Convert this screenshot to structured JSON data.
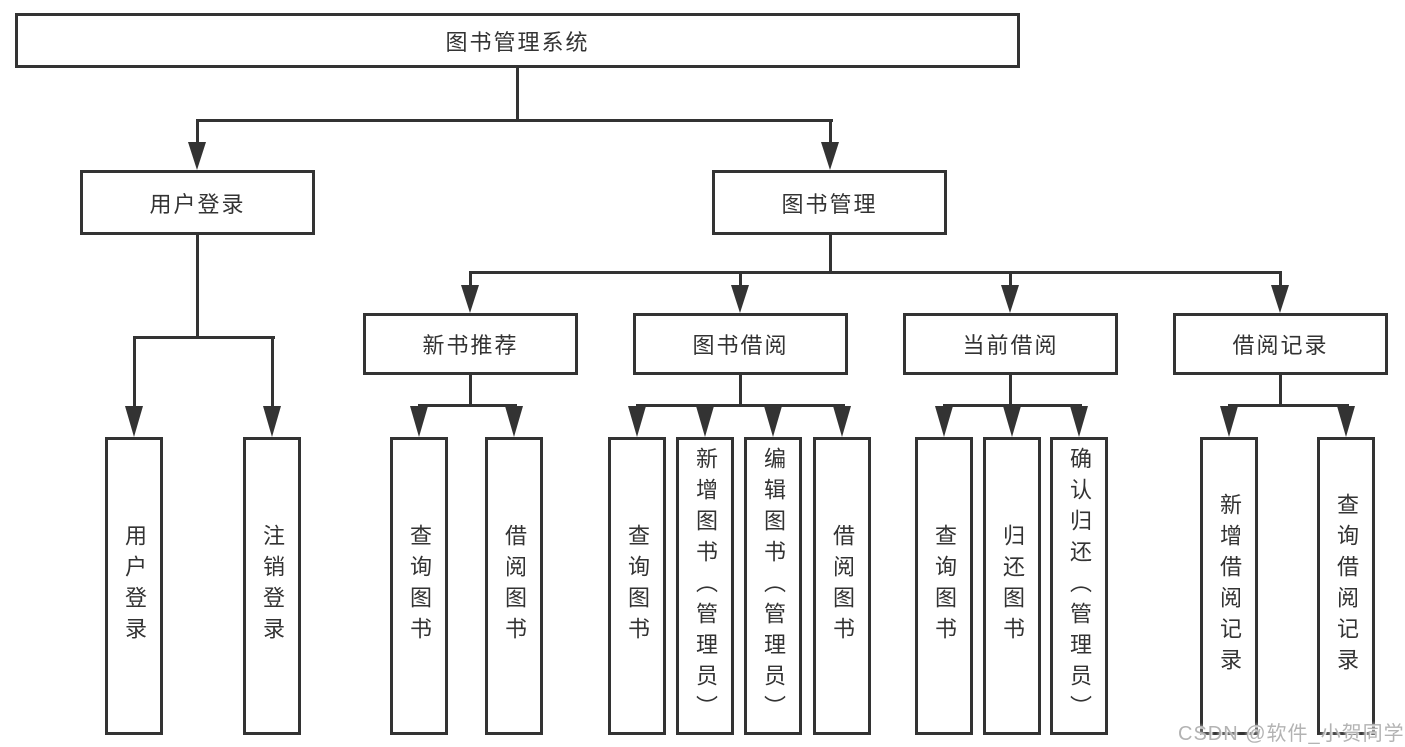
{
  "tree": {
    "label": "图书管理系统",
    "children": [
      {
        "label": "用户登录",
        "children": [
          {
            "label": "用户登录"
          },
          {
            "label": "注销登录"
          }
        ]
      },
      {
        "label": "图书管理",
        "children": [
          {
            "label": "新书推荐",
            "children": [
              {
                "label": "查询图书"
              },
              {
                "label": "借阅图书"
              }
            ]
          },
          {
            "label": "图书借阅",
            "children": [
              {
                "label": "查询图书"
              },
              {
                "label": "新增图书（管理员）"
              },
              {
                "label": "编辑图书（管理员）"
              },
              {
                "label": "借阅图书"
              }
            ]
          },
          {
            "label": "当前借阅",
            "children": [
              {
                "label": "查询图书"
              },
              {
                "label": "归还图书"
              },
              {
                "label": "确认归还（管理员）"
              }
            ]
          },
          {
            "label": "借阅记录",
            "children": [
              {
                "label": "新增借阅记录"
              },
              {
                "label": "查询借阅记录"
              }
            ]
          }
        ]
      }
    ]
  },
  "watermark": {
    "text": "CSDN @软件_小贺同学"
  },
  "colors": {
    "line": "#333333",
    "text": "#333333",
    "background": "#ffffff",
    "watermark": "#b3b3b3"
  }
}
